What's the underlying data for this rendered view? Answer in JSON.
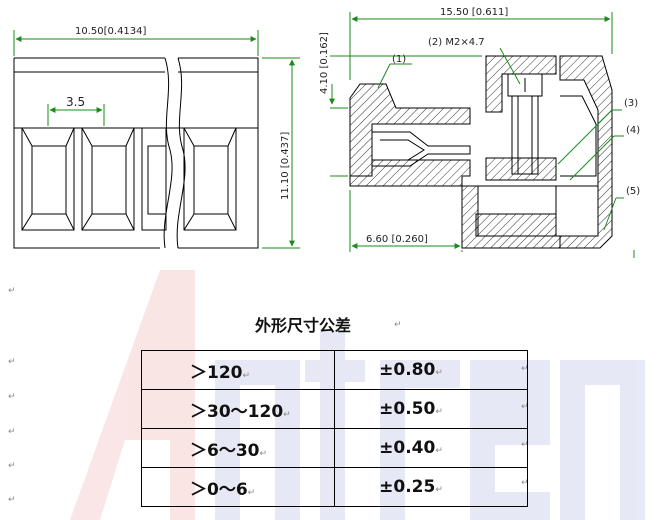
{
  "drawing": {
    "front_view": {
      "width_dim": "10.50[0.4134]",
      "pitch_dim": "3.5",
      "height_dim": "11.10 [0.437]"
    },
    "side_view": {
      "overall_length_dim": "15.50 [0.611]",
      "top_height_dim": "4.10 [0.162]",
      "bottom_length_dim": "6.60 [0.260]",
      "screw_label": "(2) M2×4.7",
      "callouts": [
        "(1)",
        "(3)",
        "(4)",
        "(5)"
      ]
    }
  },
  "tolerance": {
    "title": "外形尺寸公差",
    "rows": [
      {
        "range": "＞120",
        "tolerance": "±0.80"
      },
      {
        "range": "＞30～120",
        "tolerance": "±0.50"
      },
      {
        "range": "＞6～30",
        "tolerance": "±0.40"
      },
      {
        "range": "＞0～6",
        "tolerance": "±0.25"
      }
    ]
  },
  "watermark": "Antren",
  "paragraph_mark": "↵"
}
